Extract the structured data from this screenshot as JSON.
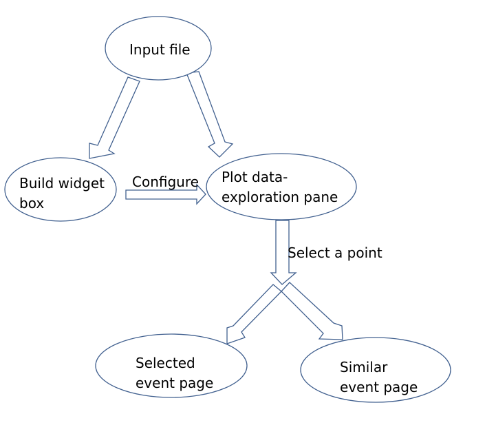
{
  "colors": {
    "stroke": "#41608f",
    "fill": "#ffffff",
    "text": "#000000"
  },
  "nodes": {
    "input_file": [
      "Input file"
    ],
    "build_widget_box": [
      "Build widget",
      "box"
    ],
    "plot_pane": [
      "Plot data-",
      "exploration pane"
    ],
    "selected_event_page": [
      "Selected",
      "event page"
    ],
    "similar_event_page": [
      "Similar",
      "event page"
    ]
  },
  "edges": {
    "configure": "Configure",
    "select_point": "Select a point"
  }
}
